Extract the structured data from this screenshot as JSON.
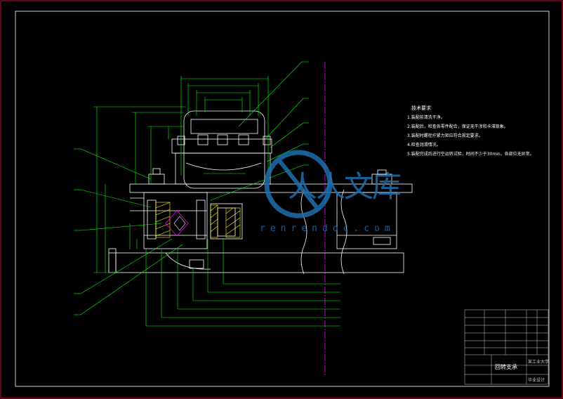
{
  "watermark": {
    "brand_text": "人人文库",
    "url_text": "renrendoc.com"
  },
  "tech_notes": {
    "title": "技术要求",
    "items": [
      "1.装配前清洗干净。",
      "2.装配后，检查各零件配合，保证无干涉和卡滞现象。",
      "3.装配时螺栓拧紧力矩应符合规定要求。",
      "4.检查润滑情况。",
      "5.装配完成后进行空运转试验，时间不少于30min，各部位无异常。"
    ]
  },
  "title_block": {
    "drawing_title": "回转支承",
    "company": "某工业大学",
    "sheet_info": "毕业设计"
  },
  "colors": {
    "border": "#c8102e",
    "geometry": "#ffffff",
    "dimension": "#00ff00",
    "centerline": "#ff00ff",
    "section": "#ffff00",
    "watermark": "#1e6fb0"
  }
}
